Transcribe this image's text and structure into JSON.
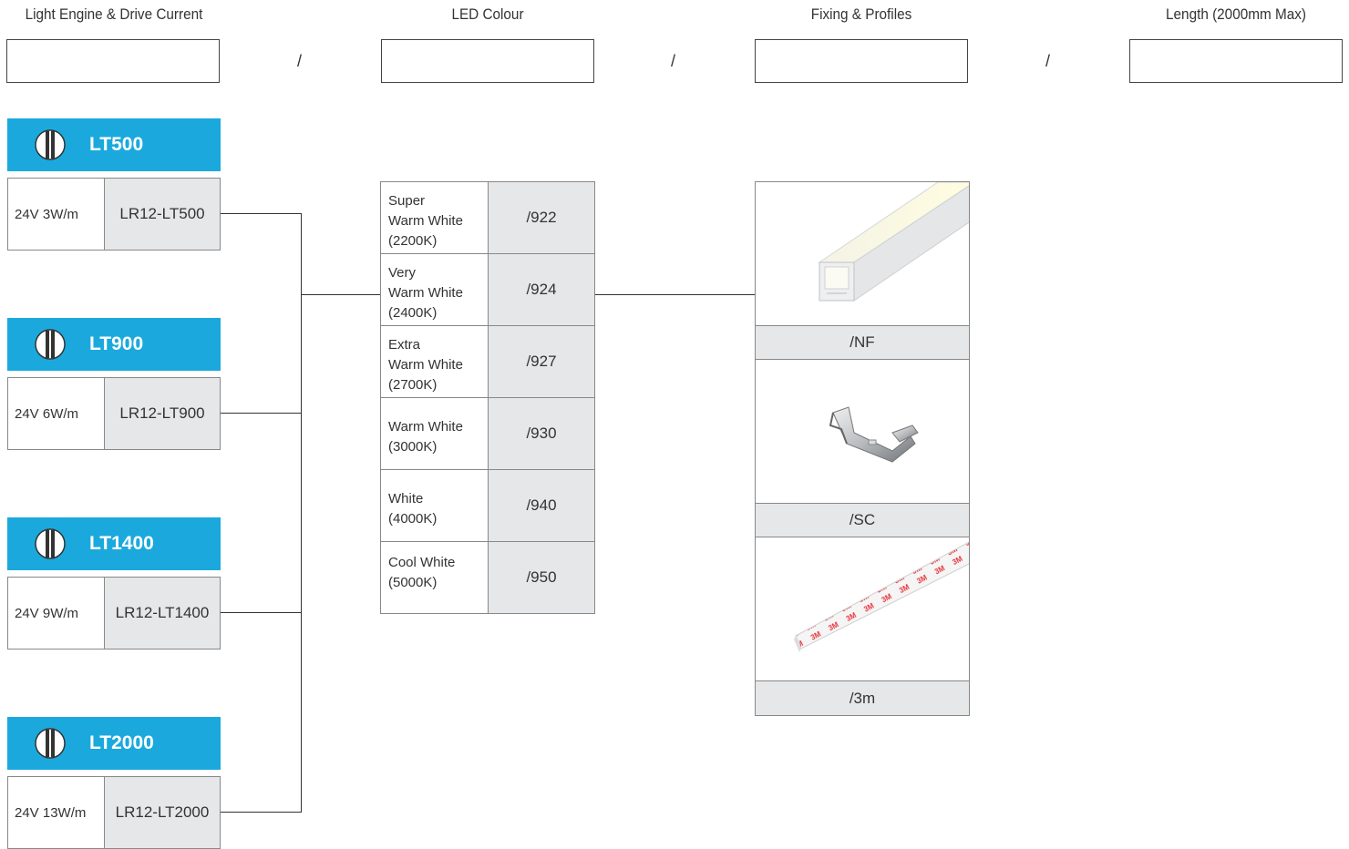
{
  "headers": {
    "engine": "Light Engine & Drive Current",
    "colour": "LED Colour",
    "fixing": "Fixing & Profiles",
    "length": "Length (2000mm Max)"
  },
  "separator": "/",
  "engines": [
    {
      "name": "LT500",
      "power": "24V 3W/m",
      "code": "LR12-LT500"
    },
    {
      "name": "LT900",
      "power": "24V 6W/m",
      "code": "LR12-LT900"
    },
    {
      "name": "LT1400",
      "power": "24V 9W/m",
      "code": "LR12-LT1400"
    },
    {
      "name": "LT2000",
      "power": "24V 13W/m",
      "code": "LR12-LT2000"
    }
  ],
  "colours": [
    {
      "lines": [
        "Super",
        "Warm White",
        "(2200K)"
      ],
      "code": "/922"
    },
    {
      "lines": [
        "Very",
        "Warm White",
        "(2400K)"
      ],
      "code": "/924"
    },
    {
      "lines": [
        "Extra",
        "Warm White",
        "(2700K)"
      ],
      "code": "/927"
    },
    {
      "lines": [
        "Warm White",
        "(3000K)"
      ],
      "code": "/930"
    },
    {
      "lines": [
        "White",
        "(4000K)"
      ],
      "code": "/940"
    },
    {
      "lines": [
        "Cool White",
        "(5000K)"
      ],
      "code": "/950"
    }
  ],
  "fixings": [
    {
      "code": "/NF",
      "image": "profile-extrusion-image"
    },
    {
      "code": "/SC",
      "image": "spring-clip-image"
    },
    {
      "code": "/3m",
      "image": "3m-adhesive-tape-image"
    }
  ],
  "tape_print": "3M",
  "colors": {
    "accent": "#1ba9dd",
    "cell_grey": "#e6e7e9",
    "tape_red": "#e8333a"
  }
}
